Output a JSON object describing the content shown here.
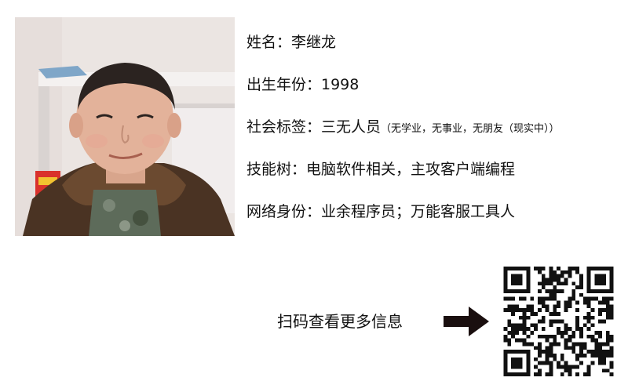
{
  "profile": {
    "name": "姓名：李继龙",
    "birth_year": "出生年份：1998",
    "social_tags": "社会标签：三无人员",
    "social_tags_note": "（无学业，无事业，无朋友（现实中））",
    "skill_tree": "技能树：电脑软件相关，主攻客户端编程",
    "online_identity": "网络身份：业余程序员；万能客服工具人"
  },
  "cta": {
    "scan_text": "扫码查看更多信息"
  },
  "icons": {
    "arrow": "arrow-right-icon",
    "qr": "qr-code-icon",
    "photo": "profile-photo"
  },
  "colors": {
    "text": "#111111",
    "arrow": "#1a0f0f",
    "background": "#ffffff"
  }
}
